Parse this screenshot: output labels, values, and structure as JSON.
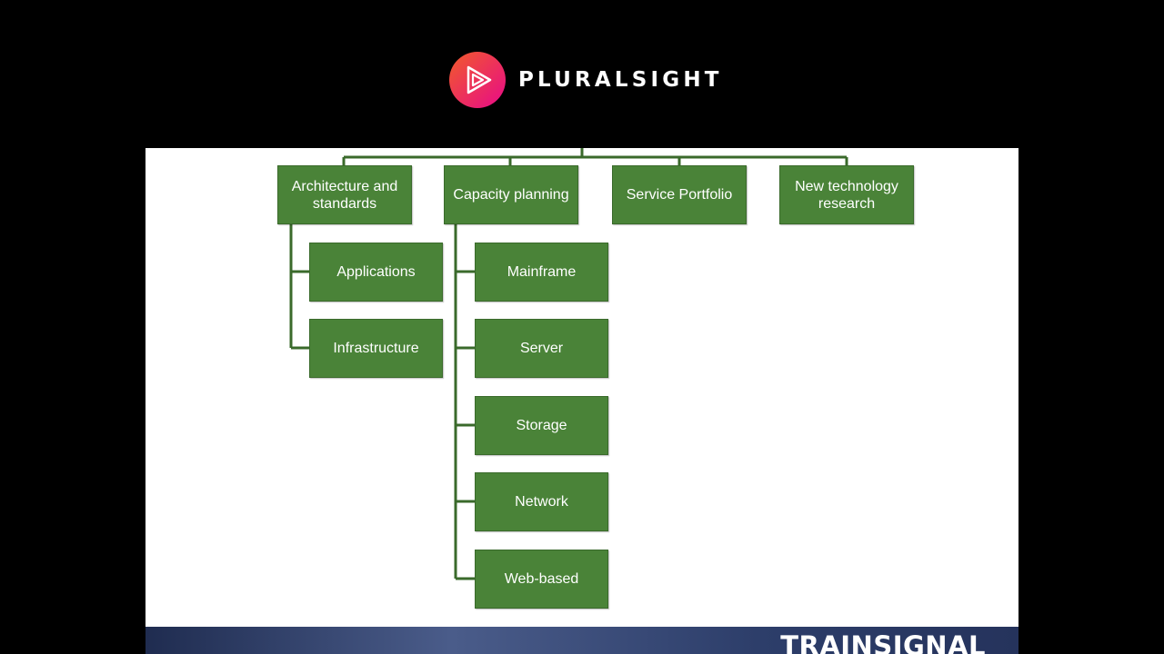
{
  "header": {
    "brand_name": "PLURALSIGHT",
    "logo_icon": "play-triangle-icon",
    "logo_gradient": [
      "#f15b2a",
      "#e80a89"
    ]
  },
  "diagram": {
    "node_color": "#4a8338",
    "line_color": "#3a6a2b",
    "top_level": [
      {
        "label": "Architecture and standards",
        "children": [
          "Applications",
          "Infrastructure"
        ]
      },
      {
        "label": "Capacity planning",
        "children": [
          "Mainframe",
          "Server",
          "Storage",
          "Network",
          "Web-based"
        ]
      },
      {
        "label": "Service Portfolio",
        "children": []
      },
      {
        "label": "New technology research",
        "children": []
      }
    ]
  },
  "footer": {
    "brand_text": "TRAINSIGNAL"
  }
}
